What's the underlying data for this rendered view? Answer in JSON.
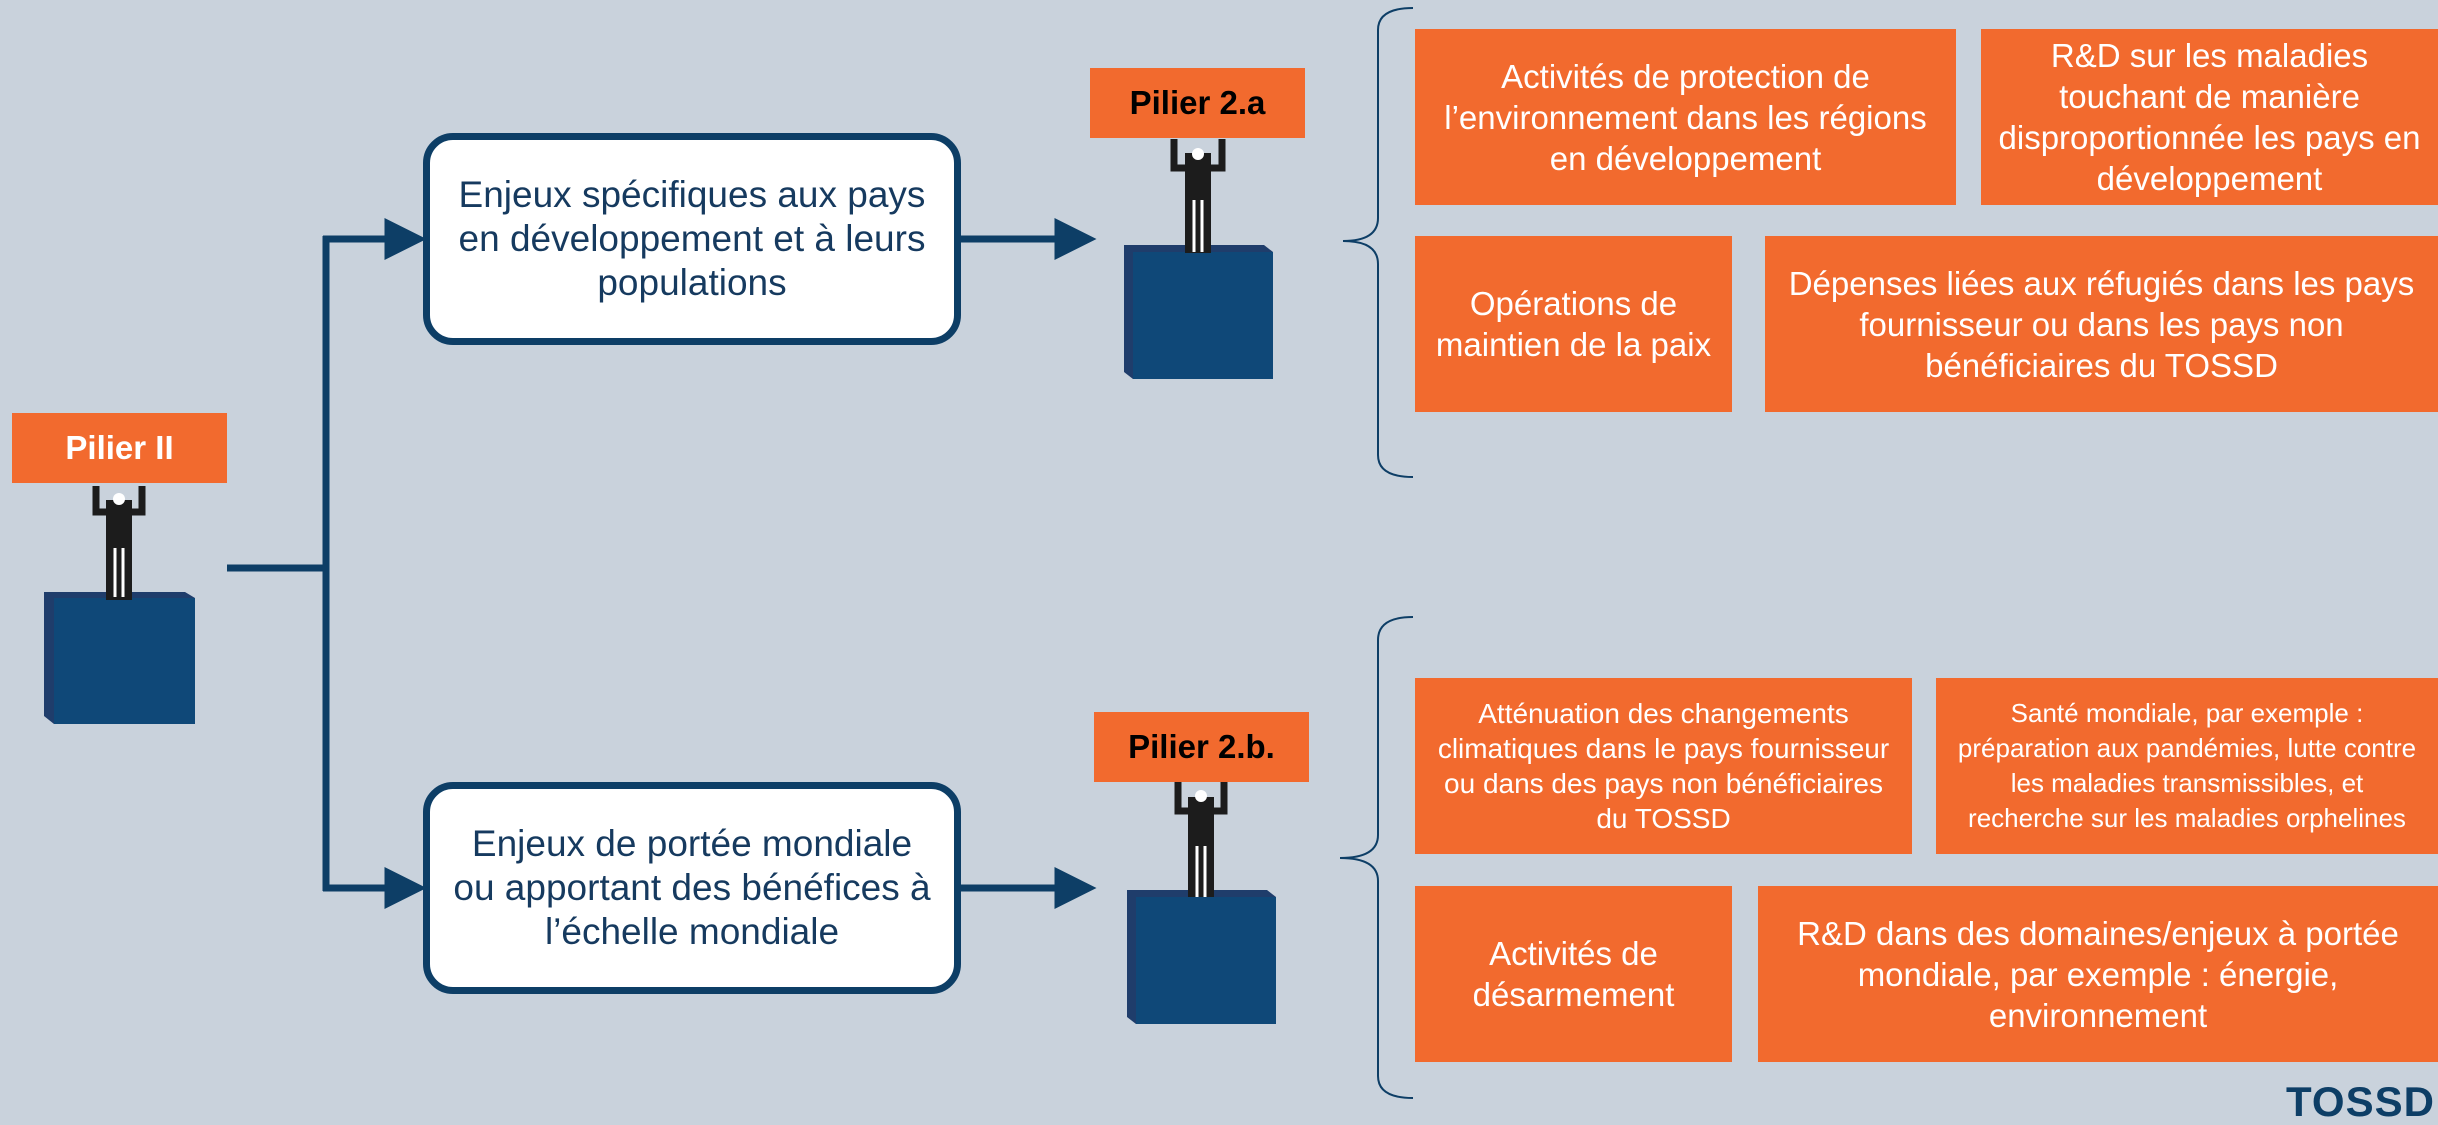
{
  "colors": {
    "background": "#c9d2dc",
    "accent_orange": "#f26a2e",
    "navy": "#0d3e66",
    "figure": "#1c1c1c"
  },
  "root": {
    "sign_label": "Pilier II"
  },
  "pillar_a": {
    "box_text": "Enjeux spécifiques aux pays en développement et à leurs populations",
    "sign_label": "Pilier 2.a",
    "items": [
      "Activités de protection de l’environnement dans les régions en développement",
      "R&D sur les maladies touchant de manière disproportionnée les pays en développement",
      "Opérations de maintien de la paix",
      "Dépenses liées aux réfugiés dans les pays fournisseur ou dans les pays non bénéficiaires du TOSSD"
    ]
  },
  "pillar_b": {
    "box_text": "Enjeux de portée mondiale ou apportant des bénéfices à l’échelle mondiale",
    "sign_label": "Pilier 2.b.",
    "items": [
      "Atténuation des changements climatiques dans le pays fournisseur ou dans des pays non bénéficiaires du TOSSD",
      "Santé mondiale, par exemple : préparation aux pandémies, lutte contre les maladies transmissibles, et recherche sur les maladies orphelines",
      "Activités de désarmement",
      "R&D dans des domaines/enjeux à portée mondiale, par exemple : énergie, environnement"
    ]
  },
  "logo_text": "TOSSD"
}
